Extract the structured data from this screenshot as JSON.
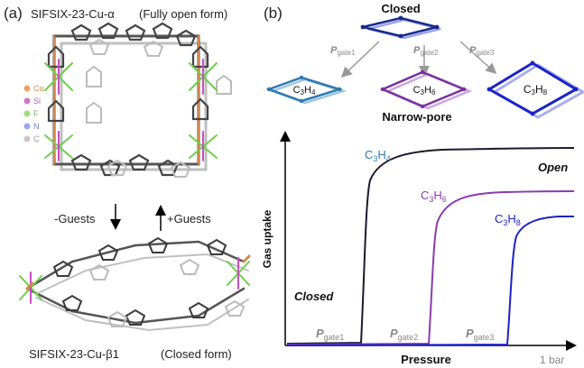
{
  "panel_a": {
    "label": "(a)",
    "top_title": "SIFSIX-23-Cu-α",
    "top_form": "(Fully open form)",
    "legend": [
      {
        "symbol": "Cu",
        "color": "#e8a463"
      },
      {
        "symbol": "Si",
        "color": "#cf78c8"
      },
      {
        "symbol": "F",
        "color": "#9ee07a"
      },
      {
        "symbol": "N",
        "color": "#9aa6ee"
      },
      {
        "symbol": "C",
        "color": "#c8c8c8"
      }
    ],
    "arrow_left_label": "-Guests",
    "arrow_right_label": "+Guests",
    "bottom_title": "SIFSIX-23-Cu-β1",
    "bottom_form": "(Closed form)"
  },
  "panel_b": {
    "label": "(b)",
    "closed_label": "Closed",
    "narrow_pore_label": "Narrow-pore",
    "gates": [
      {
        "P": "P",
        "sub": "gate1"
      },
      {
        "P": "P",
        "sub": "gate2"
      },
      {
        "P": "P",
        "sub": "gate3"
      }
    ],
    "boxes": [
      {
        "main": "C",
        "a": "3",
        "mid": "H",
        "b": "4",
        "color": "#2f7ab0"
      },
      {
        "main": "C",
        "a": "3",
        "mid": "H",
        "b": "6",
        "color": "#7a2fa0"
      },
      {
        "main": "C",
        "a": "3",
        "mid": "H",
        "b": "8",
        "color": "#1a23c8"
      }
    ],
    "axis_y": "Gas uptake",
    "axis_x": "Pressure",
    "x_end": "1 bar",
    "closed_region": "Closed",
    "open_region": "Open",
    "colors": {
      "c3h4": "#1a1a2e",
      "c3h6": "#8a3bb0",
      "c3h8": "#1c22c8",
      "gate": "#888888"
    }
  }
}
